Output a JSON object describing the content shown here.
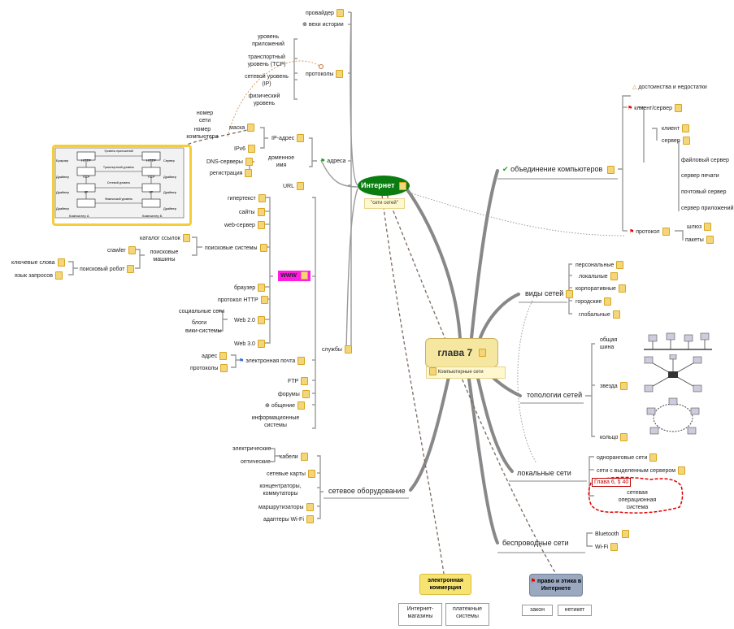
{
  "colors": {
    "root": "#f6e7a0",
    "internet": "#0b7d10",
    "www": "#ff1de4",
    "ecom": "#f6e370",
    "law": "#9aa8c0",
    "note": "#f4d67a"
  },
  "root": {
    "title": "глава 7",
    "note": "Компьютерные сети"
  },
  "internet": {
    "title": "Интернет",
    "note": "\"сети сетей\""
  },
  "www": {
    "title": "WWW"
  },
  "ecom": {
    "title": "электронная коммерция",
    "children": [
      "Интернет-магазины",
      "платежные системы"
    ]
  },
  "law": {
    "title": "право и этика в Интернете",
    "children": [
      "закон",
      "нетикет"
    ]
  },
  "right": {
    "union": {
      "title": "объединение компьютеров",
      "adv": "достоинства и недостатки",
      "client_server": "клиент/сервер",
      "client": "клиент",
      "server": "сервер",
      "servers": [
        "файловый сервер",
        "сервер печати",
        "почтовый сервер",
        "сервер приложений"
      ],
      "protocol": "протокол",
      "gateway": "шлюз",
      "packets": "пакеты"
    },
    "types": {
      "title": "виды сетей",
      "items": [
        "персональные",
        "локальные",
        "корпоративные",
        "городские",
        "глобальные"
      ]
    },
    "topo": {
      "title": "топологии сетей",
      "items": [
        "общая шина",
        "звезда",
        "кольцо"
      ]
    },
    "local": {
      "title": "локальные сети",
      "items": [
        "одноранговые сети",
        "сети с выделенным сервером",
        "сетевая операционная система"
      ],
      "cloud_label": "Глава 6, § 40"
    },
    "wireless": {
      "title": "беспроводные сети",
      "items": [
        "Bluetooth",
        "Wi-Fi"
      ]
    }
  },
  "left": {
    "provider": "провайдер",
    "history": "вехи истории",
    "protocols": {
      "title": "протоколы",
      "items": [
        "уровень приложений",
        "транспортный уровень (TCP)",
        "сетевой уровень (IP)",
        "физический уровень"
      ]
    },
    "addresses": {
      "title": "адреса",
      "ip": "IP-адрес",
      "ip_children": [
        "маска",
        "IPv6"
      ],
      "net_number": "номер сети",
      "host_number": "номер компьютера",
      "domain": "доменное имя",
      "domain_children": [
        "DNS-серверы",
        "регистрация"
      ],
      "url": "URL"
    },
    "services": {
      "title": "службы",
      "www_items": [
        "гипертекст",
        "сайты",
        "web-сервер",
        "поисковые системы",
        "браузер",
        "протокол HTTP",
        "Web 2.0",
        "Web 3.0"
      ],
      "search_items": [
        "каталог ссылок",
        "поисковые машины"
      ],
      "crawler": "crawler",
      "robot": "поисковый робот",
      "robot_children": [
        "ключевые слова",
        "язык запросов"
      ],
      "web2_items": [
        "социальные сети",
        "блоги",
        "вики-системы"
      ],
      "mail": "электронная почта",
      "mail_children": [
        "адрес",
        "протоколы"
      ],
      "other": [
        "FTP",
        "форумы",
        "общение",
        "информационные системы"
      ]
    },
    "hardware": {
      "title": "сетевое оборудование",
      "cables": "кабели",
      "cable_children": [
        "электрические",
        "оптические"
      ],
      "items": [
        "сетевые карты",
        "концентраторы, коммутаторы",
        "маршрутизаторы",
        "адаптеры Wi-Fi"
      ]
    }
  },
  "diagram": {
    "left_roles": [
      "Браузер",
      "Драйвер",
      "Драйвер",
      "Драйвер"
    ],
    "left_boxes": [
      "HTTP",
      "TCP",
      "IP",
      ""
    ],
    "right_boxes": [
      "HTTP",
      "TCP",
      "IP",
      ""
    ],
    "right_roles": [
      "Сервер",
      "Драйвер",
      "Драйвер",
      "Драйвер"
    ],
    "middle": [
      "Уровень приложений",
      "Транспортный уровень",
      "Сетевой уровень",
      "Физический уровень"
    ],
    "bottom_left": "Компьютер A",
    "bottom_right": "Компьютер Б"
  }
}
